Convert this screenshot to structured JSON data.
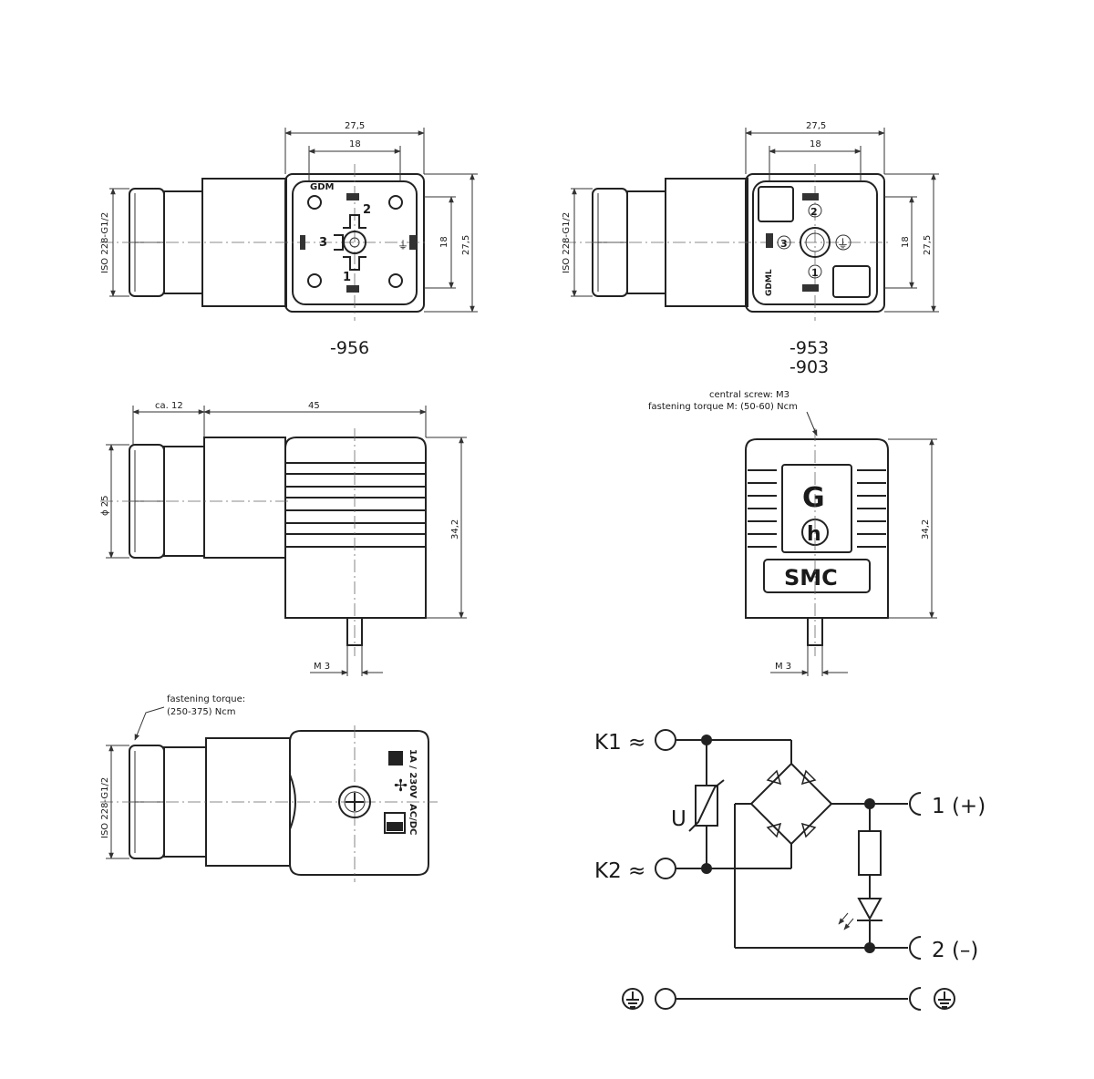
{
  "views": {
    "front_956": {
      "dim_width_outer": "27,5",
      "dim_width_inner": "18",
      "dim_height_inner": "18",
      "dim_height_outer": "27,5",
      "thread_label": "ISO 228-G1/2",
      "brand_mark": "GDM",
      "pin_labels": [
        "1",
        "2",
        "3"
      ],
      "caption": "-956"
    },
    "front_953_903": {
      "dim_width_outer": "27,5",
      "dim_width_inner": "18",
      "dim_height_inner": "18",
      "dim_height_outer": "27,5",
      "thread_label": "ISO 228-G1/2",
      "brand_mark": "GDML",
      "pin_labels": [
        "1",
        "2",
        "3"
      ],
      "caption_lines": [
        "-953",
        "-903"
      ]
    },
    "side": {
      "dim_cable_gland": "ca. 12",
      "dim_length": "45",
      "dim_diameter": "ϕ 25",
      "dim_height": "34,2",
      "dim_screw": "M 3"
    },
    "rear": {
      "note_lines": [
        "central screw: M3",
        "fastening torque M: (50-60) Ncm"
      ],
      "logo_g": "G",
      "logo_h": "h",
      "brand": "SMC",
      "dim_height": "34,2",
      "dim_screw": "M 3"
    },
    "top": {
      "note_lines": [
        "fastening torque:",
        "(250-375) Ncm"
      ],
      "thread_label": "ISO 228-G1/2",
      "rating": "1A / 230V",
      "acdc": "AC/DC"
    }
  },
  "circuit": {
    "k1": "K1 ≈",
    "k2": "K2 ≈",
    "varistor": "U",
    "out_pos": "1 (+)",
    "out_neg": "2 (–)",
    "earth_icon": "earth-ground-icon"
  }
}
